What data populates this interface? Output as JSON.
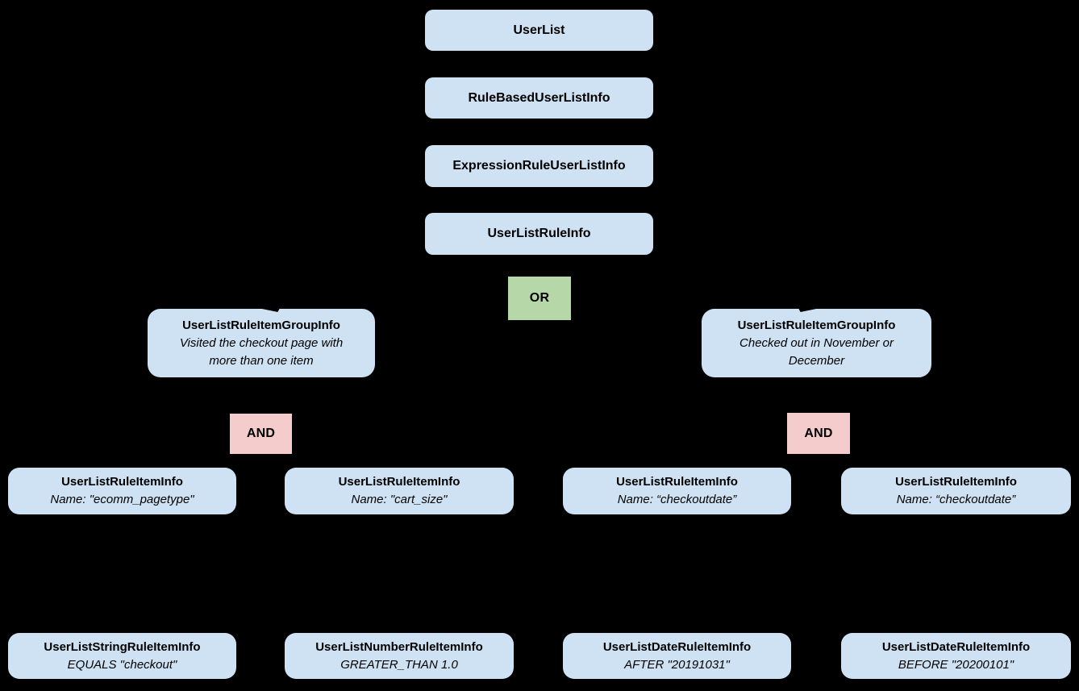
{
  "diagram": {
    "background_color": "#000000",
    "node_color": "#cfe2f3",
    "or_color": "#b6d7a8",
    "and_color": "#f4cccc",
    "text_color": "#000000",
    "chain": [
      {
        "label": "UserList"
      },
      {
        "label": "RuleBasedUserListInfo"
      },
      {
        "label": "ExpressionRuleUserListInfo"
      },
      {
        "label": "UserListRuleInfo"
      }
    ],
    "or_label": "OR",
    "groups": [
      {
        "title": "UserListRuleItemGroupInfo",
        "desc": "Visited the checkout page with more than one item",
        "and_label": "AND"
      },
      {
        "title": "UserListRuleItemGroupInfo",
        "desc": "Checked out in November or December",
        "and_label": "AND"
      }
    ],
    "rule_items": [
      {
        "title": "UserListRuleItemInfo",
        "detail": "Name: \"ecomm_pagetype\""
      },
      {
        "title": "UserListRuleItemInfo",
        "detail": "Name: \"cart_size\""
      },
      {
        "title": "UserListRuleItemInfo",
        "detail": "Name: “checkoutdate”"
      },
      {
        "title": "UserListRuleItemInfo",
        "detail": "Name: “checkoutdate”"
      }
    ],
    "leaves": [
      {
        "title": "UserListStringRuleItemInfo",
        "detail": "EQUALS \"checkout\""
      },
      {
        "title": "UserListNumberRuleItemInfo",
        "detail": "GREATER_THAN 1.0"
      },
      {
        "title": "UserListDateRuleItemInfo",
        "detail": "AFTER \"20191031\""
      },
      {
        "title": "UserListDateRuleItemInfo",
        "detail": "BEFORE \"20200101\""
      }
    ]
  }
}
